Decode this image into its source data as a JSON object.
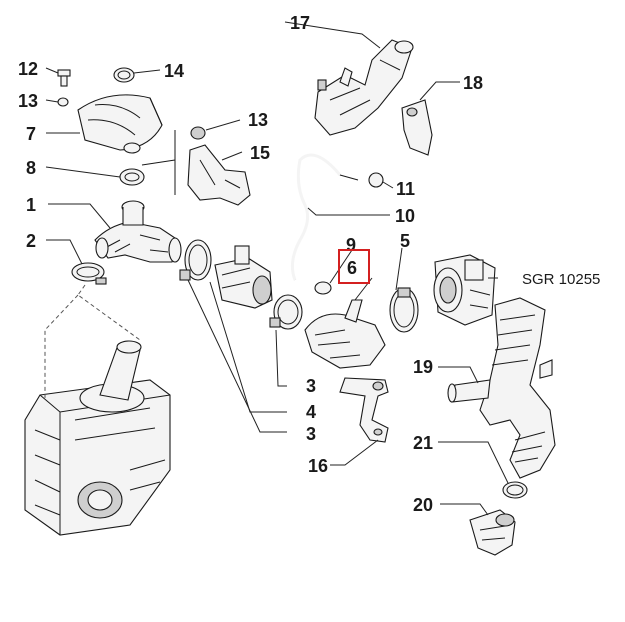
{
  "diagram": {
    "reference_code": "SGR 10255",
    "highlighted_part": "6",
    "highlight_color": "#d42020",
    "callouts": [
      {
        "id": "c-1",
        "label": "1"
      },
      {
        "id": "c-2",
        "label": "2"
      },
      {
        "id": "c-3a",
        "label": "3"
      },
      {
        "id": "c-3b",
        "label": "3"
      },
      {
        "id": "c-4",
        "label": "4"
      },
      {
        "id": "c-5",
        "label": "5"
      },
      {
        "id": "c-6",
        "label": "6"
      },
      {
        "id": "c-7",
        "label": "7"
      },
      {
        "id": "c-8",
        "label": "8"
      },
      {
        "id": "c-9",
        "label": "9"
      },
      {
        "id": "c-10",
        "label": "10"
      },
      {
        "id": "c-11",
        "label": "11"
      },
      {
        "id": "c-12",
        "label": "12"
      },
      {
        "id": "c-13a",
        "label": "13"
      },
      {
        "id": "c-13b",
        "label": "13"
      },
      {
        "id": "c-14",
        "label": "14"
      },
      {
        "id": "c-15",
        "label": "15"
      },
      {
        "id": "c-16",
        "label": "16"
      },
      {
        "id": "c-17",
        "label": "17"
      },
      {
        "id": "c-18",
        "label": "18"
      },
      {
        "id": "c-19",
        "label": "19"
      },
      {
        "id": "c-20",
        "label": "20"
      },
      {
        "id": "c-21",
        "label": "21"
      }
    ]
  }
}
